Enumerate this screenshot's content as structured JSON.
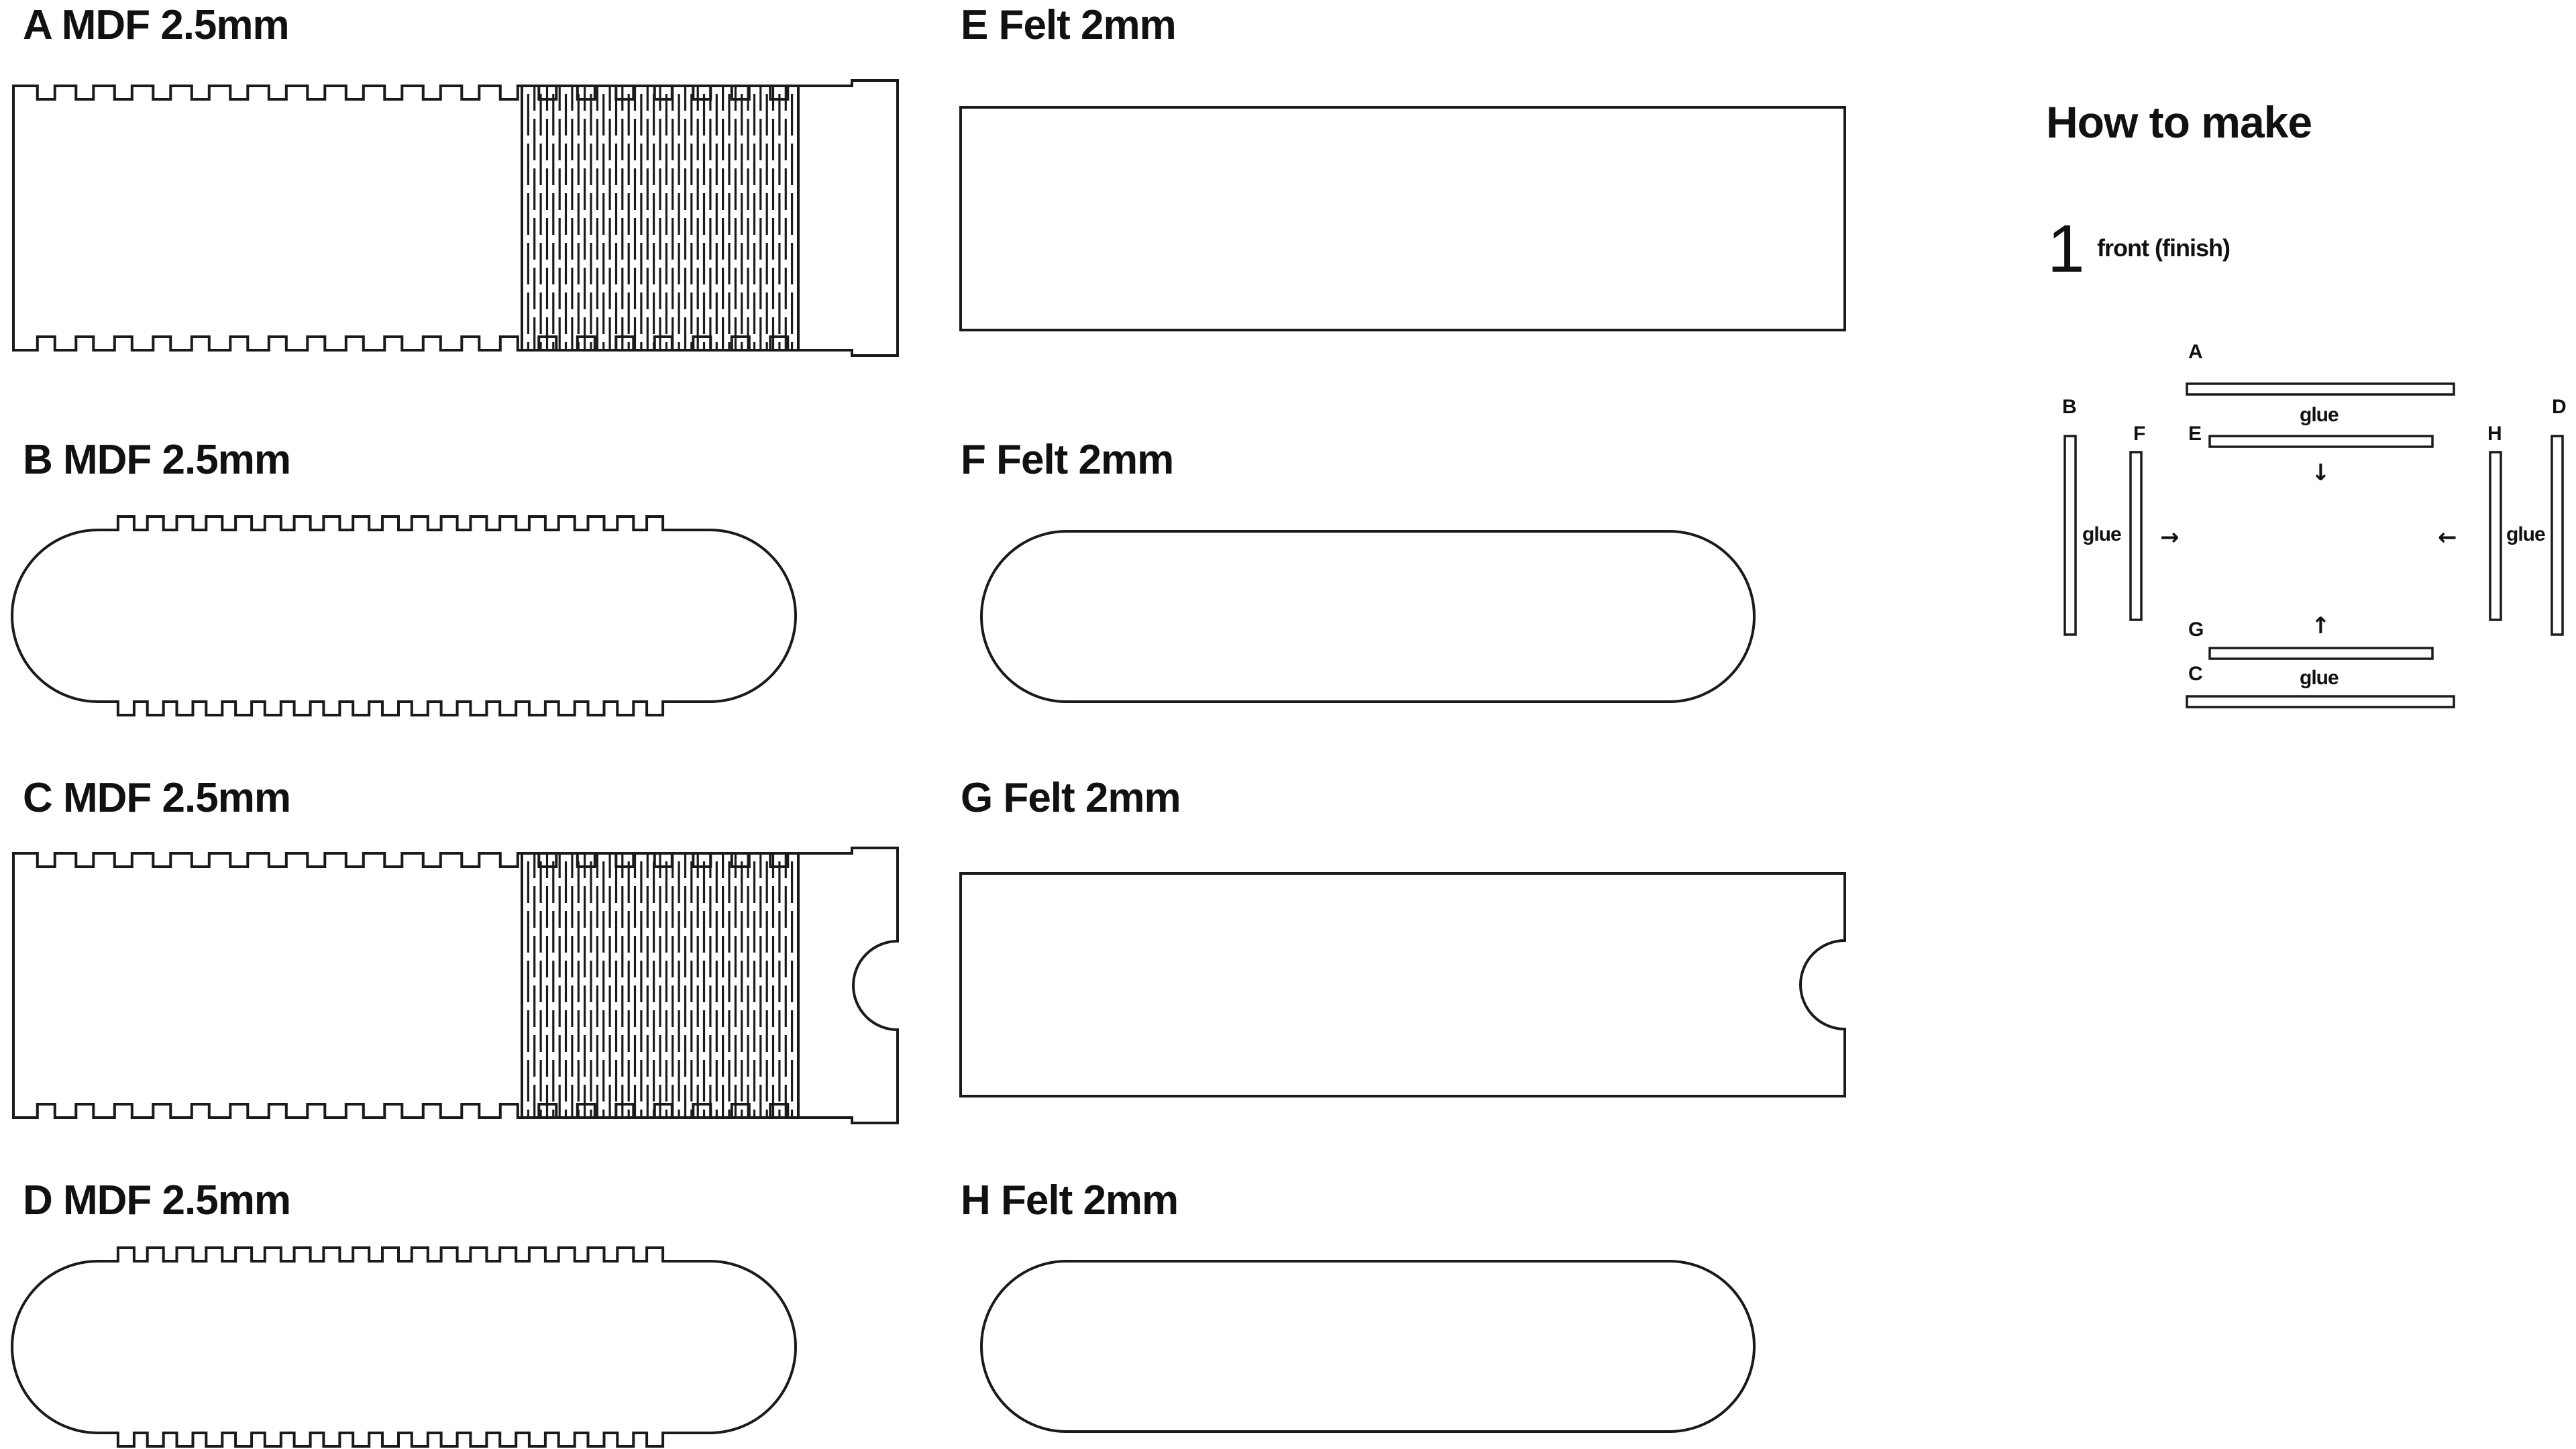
{
  "parts": {
    "a": {
      "title": "A MDF 2.5mm"
    },
    "b": {
      "title": "B MDF 2.5mm"
    },
    "c": {
      "title": "C MDF 2.5mm"
    },
    "d": {
      "title": "D MDF 2.5mm"
    },
    "e": {
      "title": "E Felt 2mm"
    },
    "f": {
      "title": "F Felt 2mm"
    },
    "g": {
      "title": "G Felt 2mm"
    },
    "h": {
      "title": "H Felt 2mm"
    }
  },
  "how_to": {
    "title": "How to make",
    "step_number": "1",
    "step_text": "front (finish)",
    "diagram": {
      "label_a": "A",
      "label_b": "B",
      "label_c": "C",
      "label_d": "D",
      "label_e": "E",
      "label_f": "F",
      "label_g": "G",
      "label_h": "H",
      "glue_top": "glue",
      "glue_bottom": "glue",
      "glue_left": "glue",
      "glue_right": "glue",
      "arrow_down": "↓",
      "arrow_up": "↑",
      "arrow_right": "→",
      "arrow_left": "←"
    }
  }
}
